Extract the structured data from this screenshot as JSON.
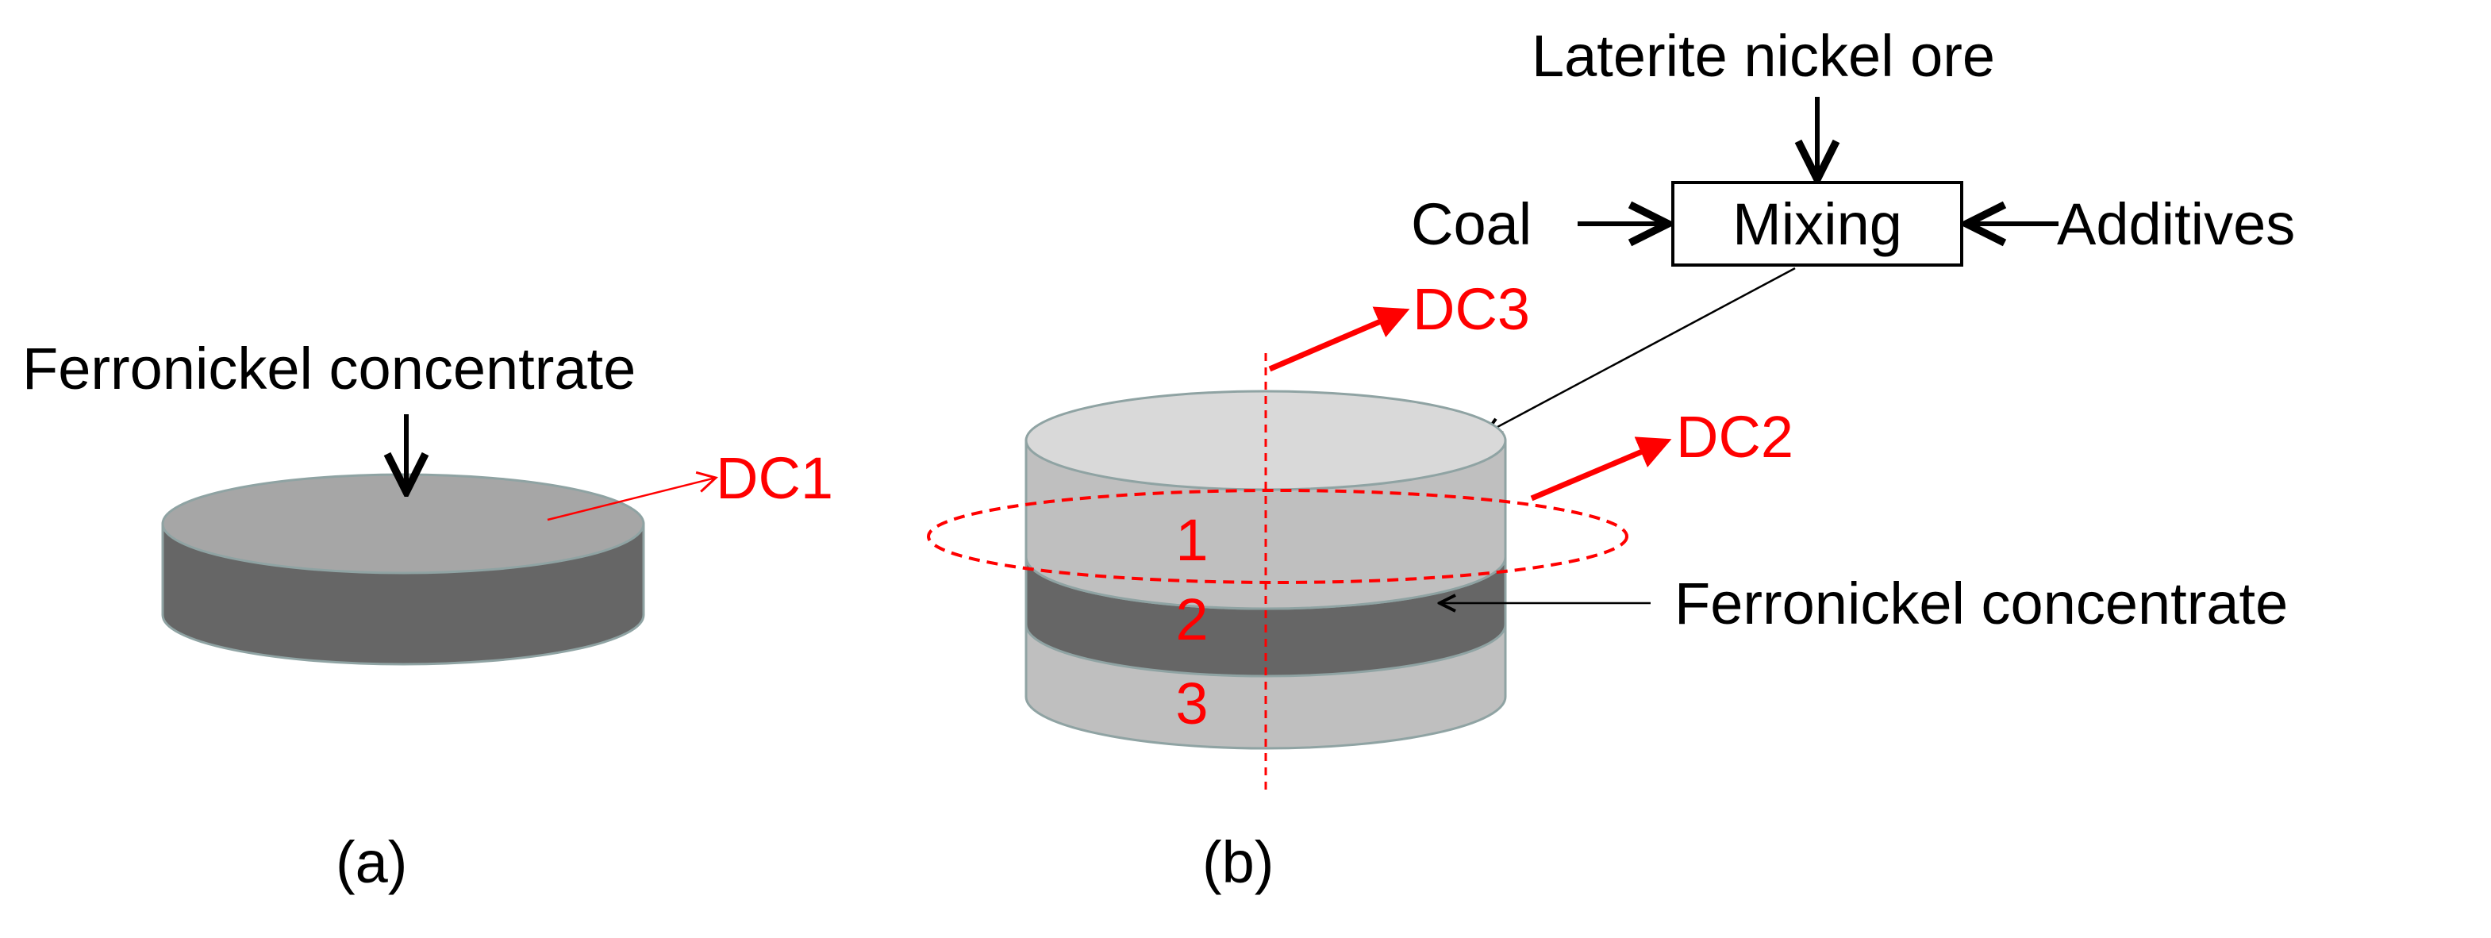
{
  "panel_a": {
    "label_concentrate": "Ferronickel concentrate",
    "label_dc": "DC1",
    "caption": "(a)"
  },
  "panel_b": {
    "label_ore": "Laterite nickel ore",
    "label_coal": "Coal",
    "label_mixing": "Mixing",
    "label_additives": "Additives",
    "label_dc3": "DC3",
    "label_dc2": "DC2",
    "label_concentrate": "Ferronickel concentrate",
    "layer_labels": [
      "1",
      "2",
      "3"
    ],
    "caption": "(b)"
  },
  "colors": {
    "accent": "#ff0000",
    "text": "#000000",
    "top_light": "#d9d9d9",
    "body_light": "#bfbfbf",
    "top_dark": "#a6a6a6",
    "body_dark": "#666666",
    "outline": "#8fa3a3"
  }
}
